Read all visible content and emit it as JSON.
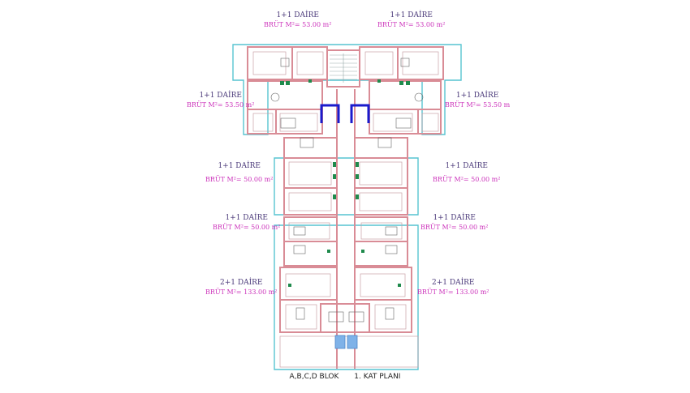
{
  "units": [
    {
      "id": "top-left",
      "title": "1+1 DAİRE",
      "area": "BRÜT M²= 53.00 m²"
    },
    {
      "id": "top-right",
      "title": "1+1 DAİRE",
      "area": "BRÜT M²= 53.00 m²"
    },
    {
      "id": "upper-left",
      "title": "1+1 DAİRE",
      "area": "BRÜT M²= 53.50 m²"
    },
    {
      "id": "upper-right",
      "title": "1+1 DAİRE",
      "area": "BRÜT M²= 53.50 m"
    },
    {
      "id": "mid-left",
      "title": "1+1 DAİRE",
      "area": "BRÜT M²= 50.00 m²"
    },
    {
      "id": "mid-right",
      "title": "1+1 DAİRE",
      "area": "BRÜT M²= 50.00 m²"
    },
    {
      "id": "lower-left",
      "title": "1+1 DAİRE",
      "area": "BRÜT M²= 50.00 m²"
    },
    {
      "id": "lower-right",
      "title": "1+1 DAİRE",
      "area": "BRÜT M²= 50.00 m²"
    },
    {
      "id": "bottom-left",
      "title": "2+1 DAİRE",
      "area": "BRÜT M²= 133.00 m²"
    },
    {
      "id": "bottom-right",
      "title": "2+1 DAİRE",
      "area": "BRÜT M²= 133.00 m²"
    }
  ],
  "caption": {
    "blocks": "A,B,C,D BLOK",
    "floor": "1. KAT PLANI"
  },
  "colors": {
    "wall": "#d98c96",
    "balcony": "#57c4d1",
    "lift": "#1a1acc",
    "fixture": "#1f8a4c",
    "pool": "#7fb2e8",
    "unit_title": "#4b3a7a",
    "unit_area": "#cc33bb"
  }
}
